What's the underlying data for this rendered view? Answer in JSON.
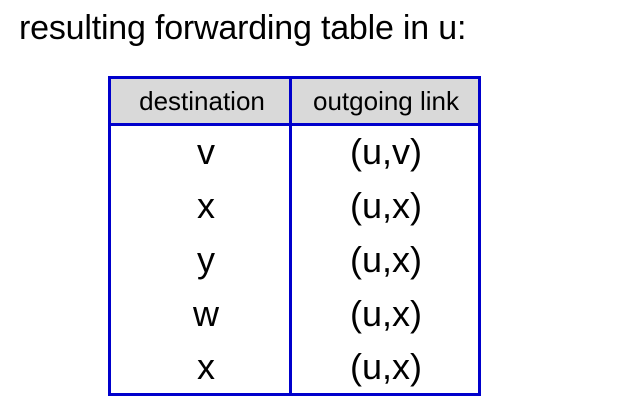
{
  "slide": {
    "title": "resulting forwarding table in u:",
    "background_color": "#FFFFFF",
    "text_color": "#000000"
  },
  "table": {
    "name": "forwarding-table",
    "border_color": "#0000CC",
    "header_fill": "#D9D9D9",
    "body_fill": "#FFFFFF",
    "columns": [
      {
        "key": "destination",
        "header": "destination"
      },
      {
        "key": "outgoing_link",
        "header": "outgoing link"
      }
    ],
    "rows": [
      {
        "destination": "v",
        "outgoing_link": "(u,v)"
      },
      {
        "destination": "x",
        "outgoing_link": "(u,x)"
      },
      {
        "destination": "y",
        "outgoing_link": "(u,x)"
      },
      {
        "destination": "w",
        "outgoing_link": "(u,x)"
      },
      {
        "destination": "x",
        "outgoing_link": "(u,x)"
      }
    ]
  }
}
